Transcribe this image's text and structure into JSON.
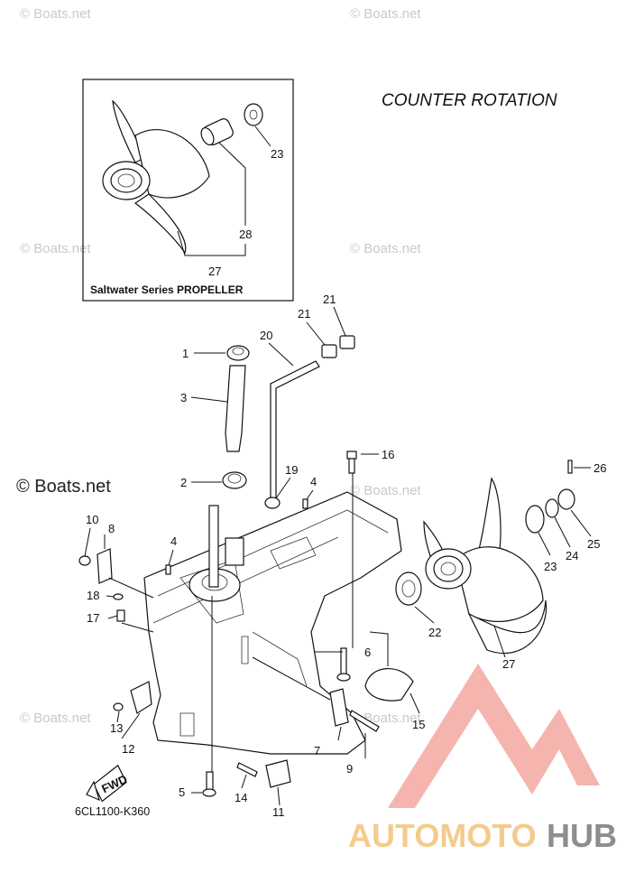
{
  "watermark_text": "© Boats.net",
  "diagram_title": "COUNTER  ROTATION",
  "inset_caption": "Saltwater Series PROPELLER",
  "drawing_code": "6CL1100-K360",
  "fwd_label": "FWD",
  "logo": {
    "part1": "AUTOMOTO",
    "part2": "HUB",
    "color_primary": "#f4a7a0",
    "color_accent": "#f3c27a",
    "color_dark": "#7a7a7a"
  },
  "callouts": {
    "c1": "1",
    "c2": "2",
    "c3": "3",
    "c4a": "4",
    "c4b": "4",
    "c5": "5",
    "c6": "6",
    "c7": "7",
    "c8": "8",
    "c9": "9",
    "c10": "10",
    "c11": "11",
    "c12": "12",
    "c13": "13",
    "c14": "14",
    "c15": "15",
    "c16": "16",
    "c17": "17",
    "c18": "18",
    "c19": "19",
    "c20": "20",
    "c21a": "21",
    "c21b": "21",
    "c22": "22",
    "c23": "23",
    "c24": "24",
    "c25": "25",
    "c26": "26",
    "c27": "27",
    "inset23": "23",
    "inset27": "27",
    "inset28": "28"
  }
}
